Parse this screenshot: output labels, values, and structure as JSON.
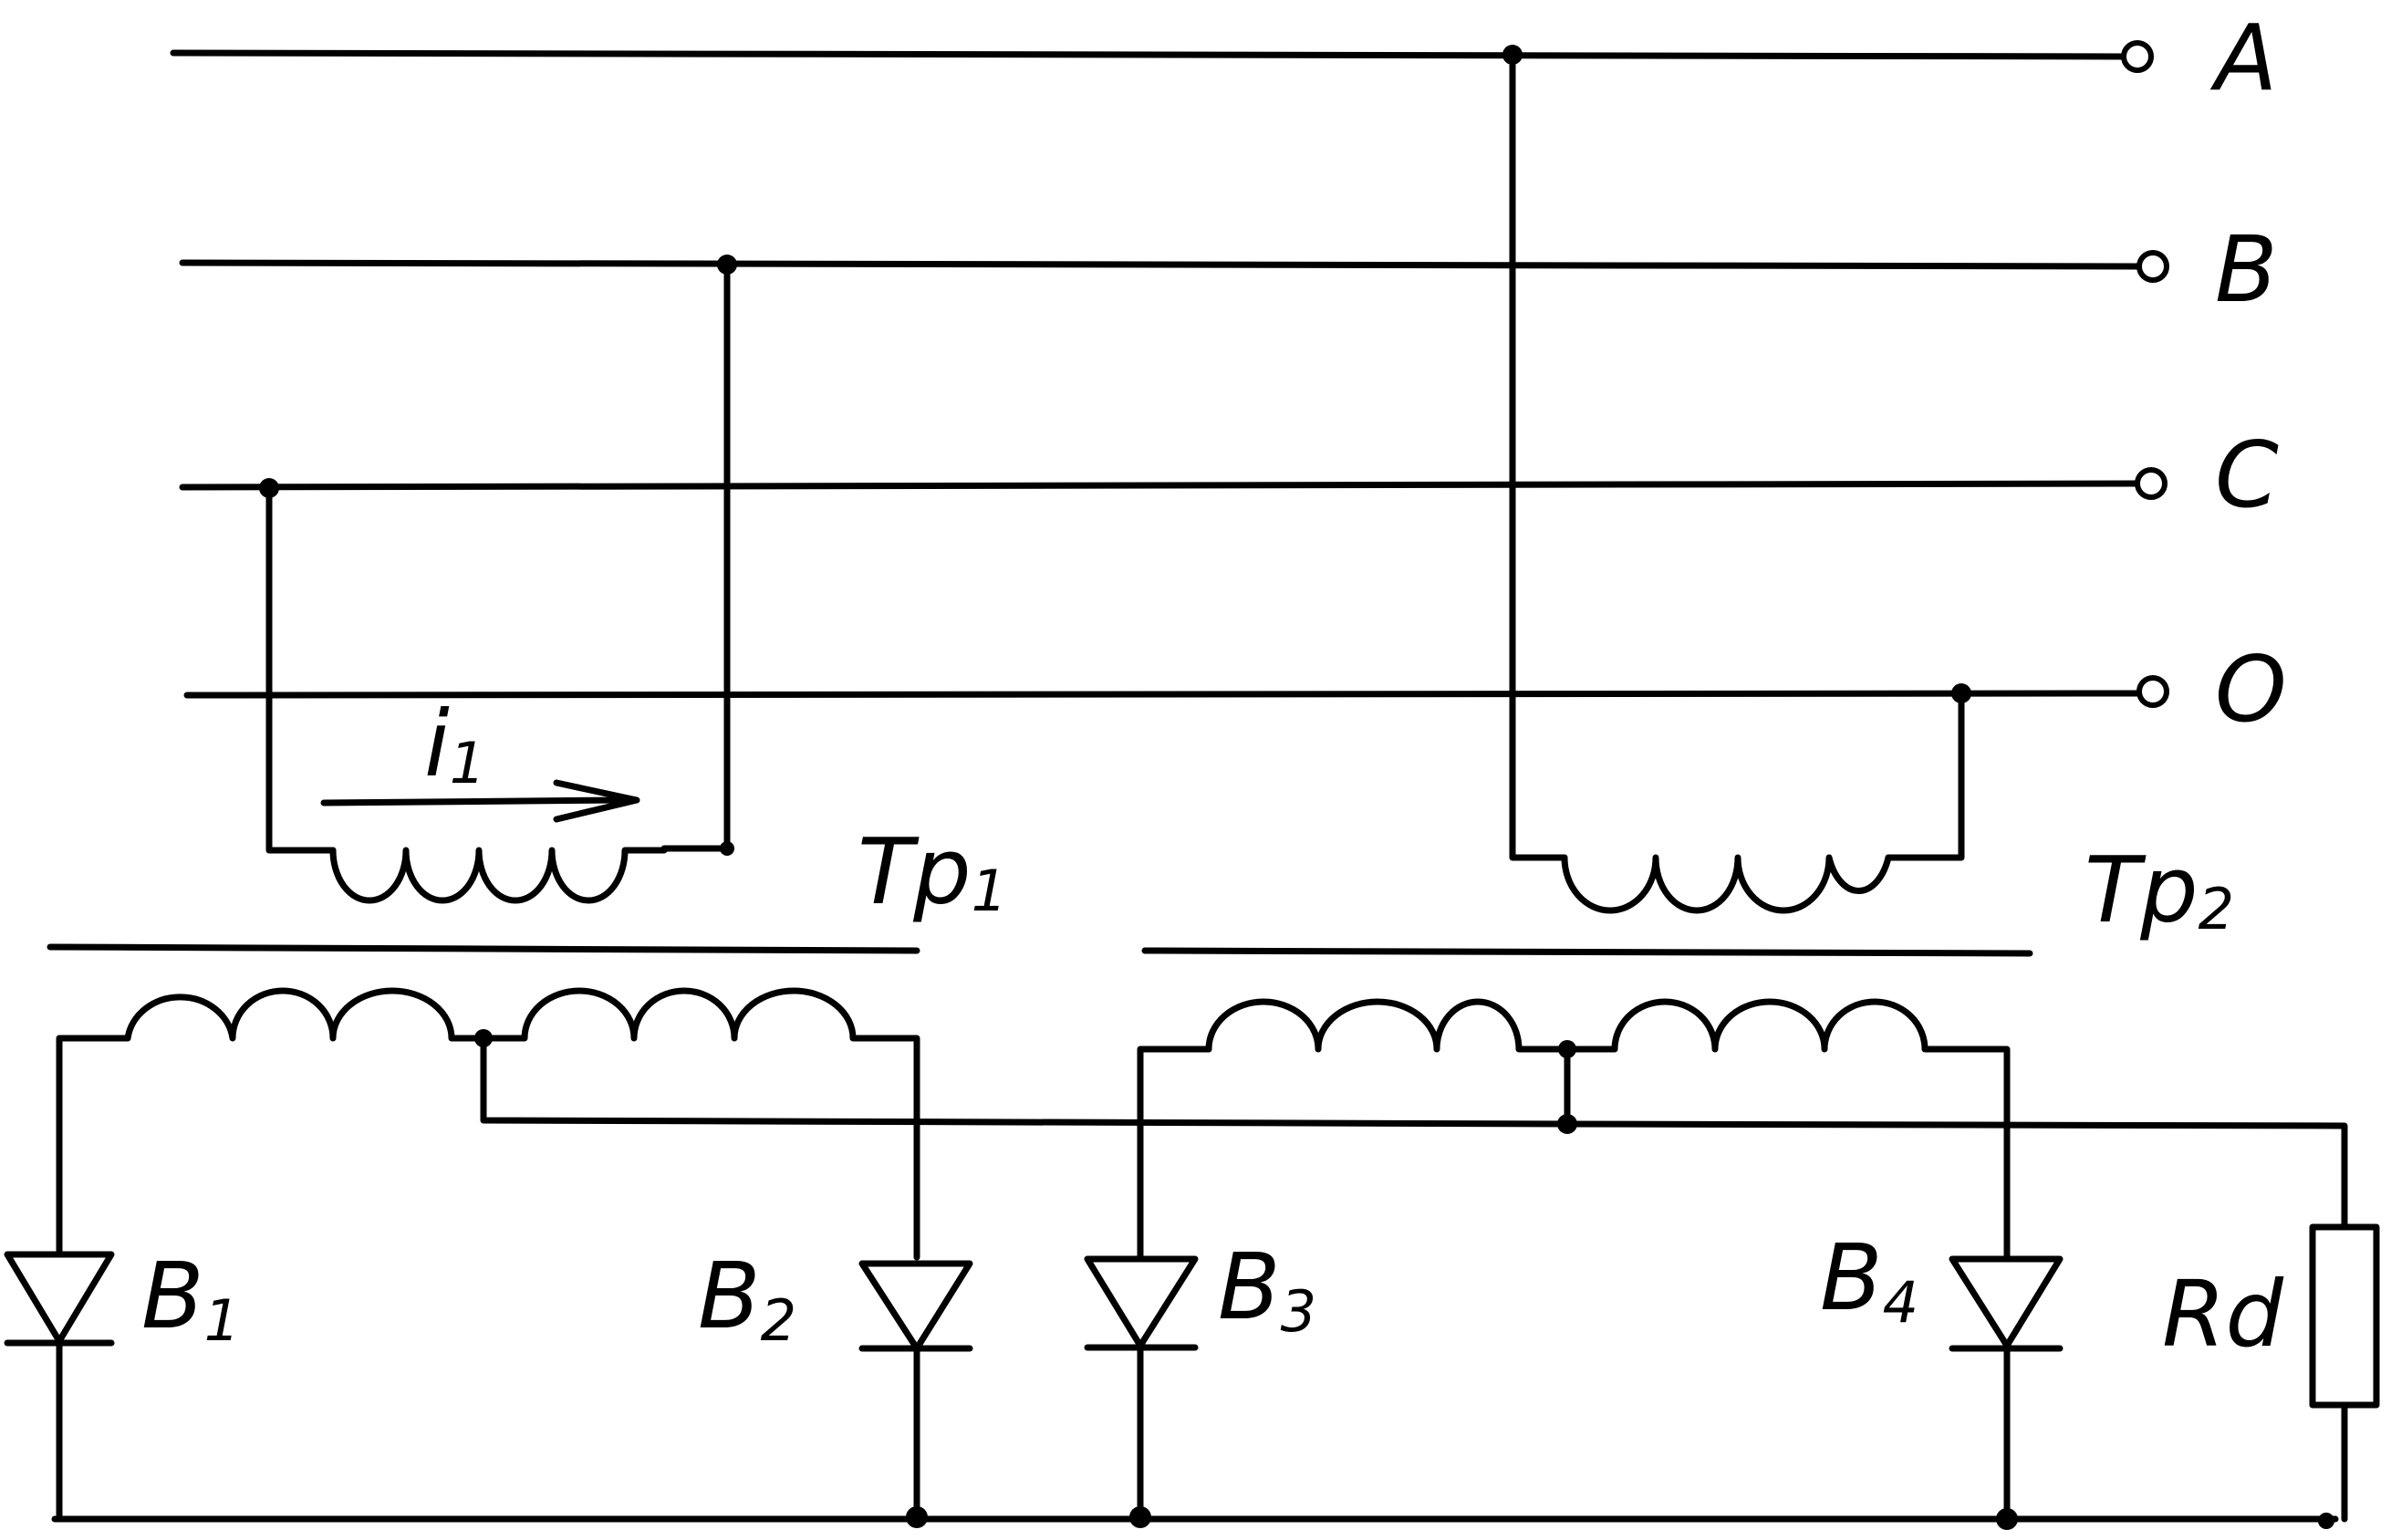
{
  "phases": {
    "a": "A",
    "b": "B",
    "c": "C",
    "o": "O"
  },
  "current": {
    "symbol": "i",
    "subscript": "1"
  },
  "transformers": {
    "tr1": {
      "text": "Tp",
      "sub": "1"
    },
    "tr2": {
      "text": "Tp",
      "sub": "2"
    }
  },
  "diodes": {
    "b1": {
      "text": "B",
      "sub": "1"
    },
    "b2": {
      "text": "B",
      "sub": "2"
    },
    "b3": {
      "text": "B",
      "sub": "3"
    },
    "b4": {
      "text": "B",
      "sub": "4"
    }
  },
  "load": {
    "text": "Rd"
  }
}
